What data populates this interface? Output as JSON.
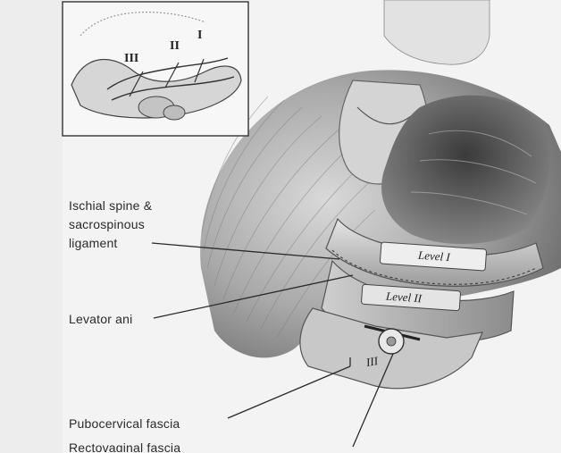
{
  "inset": {
    "levels": [
      "III",
      "II",
      "I"
    ]
  },
  "main": {
    "level_tags": [
      "Level I",
      "Level II",
      "III"
    ]
  },
  "labels": {
    "ischial_spine": [
      "Ischial spine &",
      "sacrospinous",
      "ligament"
    ],
    "levator_ani": "Levator ani",
    "pubocervical_fascia": "Pubocervical fascia",
    "rectovaginal_fascia": "Rectovaginal fascia"
  }
}
